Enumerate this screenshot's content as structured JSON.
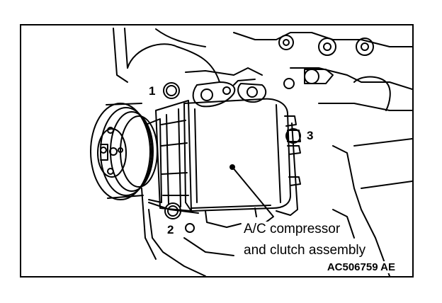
{
  "labels": {
    "callout_1": "1",
    "callout_2": "2",
    "callout_3": "3",
    "component_line1": "A/C compressor",
    "component_line2": "and clutch assembly",
    "figure_code": "AC506759 AE"
  },
  "colors": {
    "ink": "#000000",
    "paper": "#ffffff"
  }
}
